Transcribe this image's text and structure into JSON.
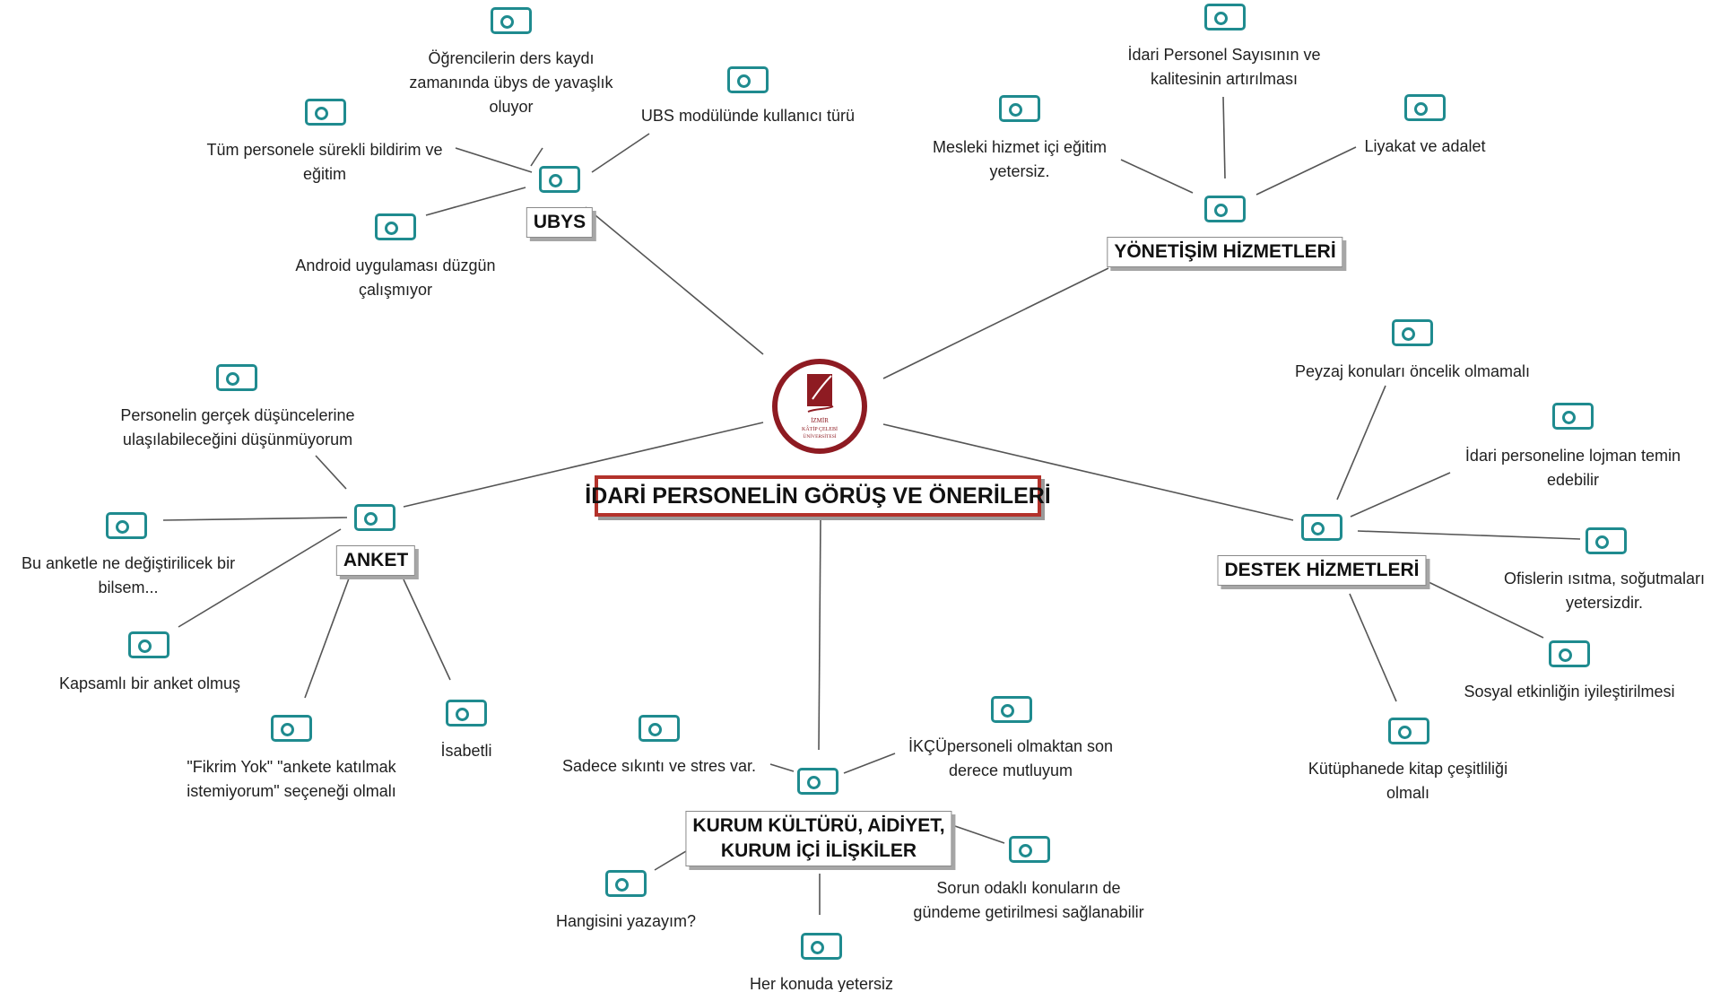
{
  "central": {
    "title": "İDARİ PERSONELİN GÖRÜŞ VE ÖNERİLERİ"
  },
  "logo": {
    "line1": "İZMİR",
    "line2": "KÂTİP ÇELEBİ",
    "line3": "ÜNİVERSİTESİ"
  },
  "colors": {
    "accent": "#1f8b8f",
    "central_border": "#b3322b",
    "line": "#555555"
  },
  "icons": {
    "note_marker": "tag-icon"
  },
  "branches": {
    "ubys": {
      "label": "UBYS",
      "notes": [
        "Öğrencilerin ders kaydı\nzamanında übys de yavaşlık\noluyor",
        "UBS modülünde kullanıcı türü",
        "Tüm personele sürekli bildirim ve\neğitim",
        "Android uygulaması düzgün\nçalışmıyor"
      ]
    },
    "yonetisim": {
      "label": "YÖNETİŞİM HİZMETLERİ",
      "notes": [
        "İdari Personel Sayısının ve\nkalitesinin artırılması",
        "Mesleki hizmet içi eğitim\nyetersiz.",
        "Liyakat ve adalet"
      ]
    },
    "anket": {
      "label": "ANKET",
      "notes": [
        "Personelin gerçek düşüncelerine\nulaşılabileceğini düşünmüyorum",
        "Bu anketle ne değiştirilicek bir\nbilsem...",
        "Kapsamlı bir anket olmuş",
        "\"Fikrim Yok\" \"ankete katılmak\nistemiyorum\" seçeneği olmalı",
        "İsabetli"
      ]
    },
    "destek": {
      "label": "DESTEK HİZMETLERİ",
      "notes": [
        "Peyzaj konuları öncelik olmamalı",
        "İdari personeline lojman temin\nedebilir",
        "Ofislerin ısıtma, soğutmaları\nyetersizdir.",
        "Sosyal etkinliğin iyileştirilmesi",
        "Kütüphanede kitap çeşitliliği\nolmalı"
      ]
    },
    "kurum": {
      "label": "KURUM KÜLTÜRÜ, AİDİYET,\nKURUM İÇİ İLİŞKİLER",
      "notes": [
        "Sadece sıkıntı ve stres var.",
        "İKÇÜpersoneli olmaktan son\nderece mutluyum",
        "Hangisini yazayım?",
        "Sorun odaklı konuların de\ngündeme getirilmesi sağlanabilir",
        "Her konuda yetersiz"
      ]
    }
  }
}
